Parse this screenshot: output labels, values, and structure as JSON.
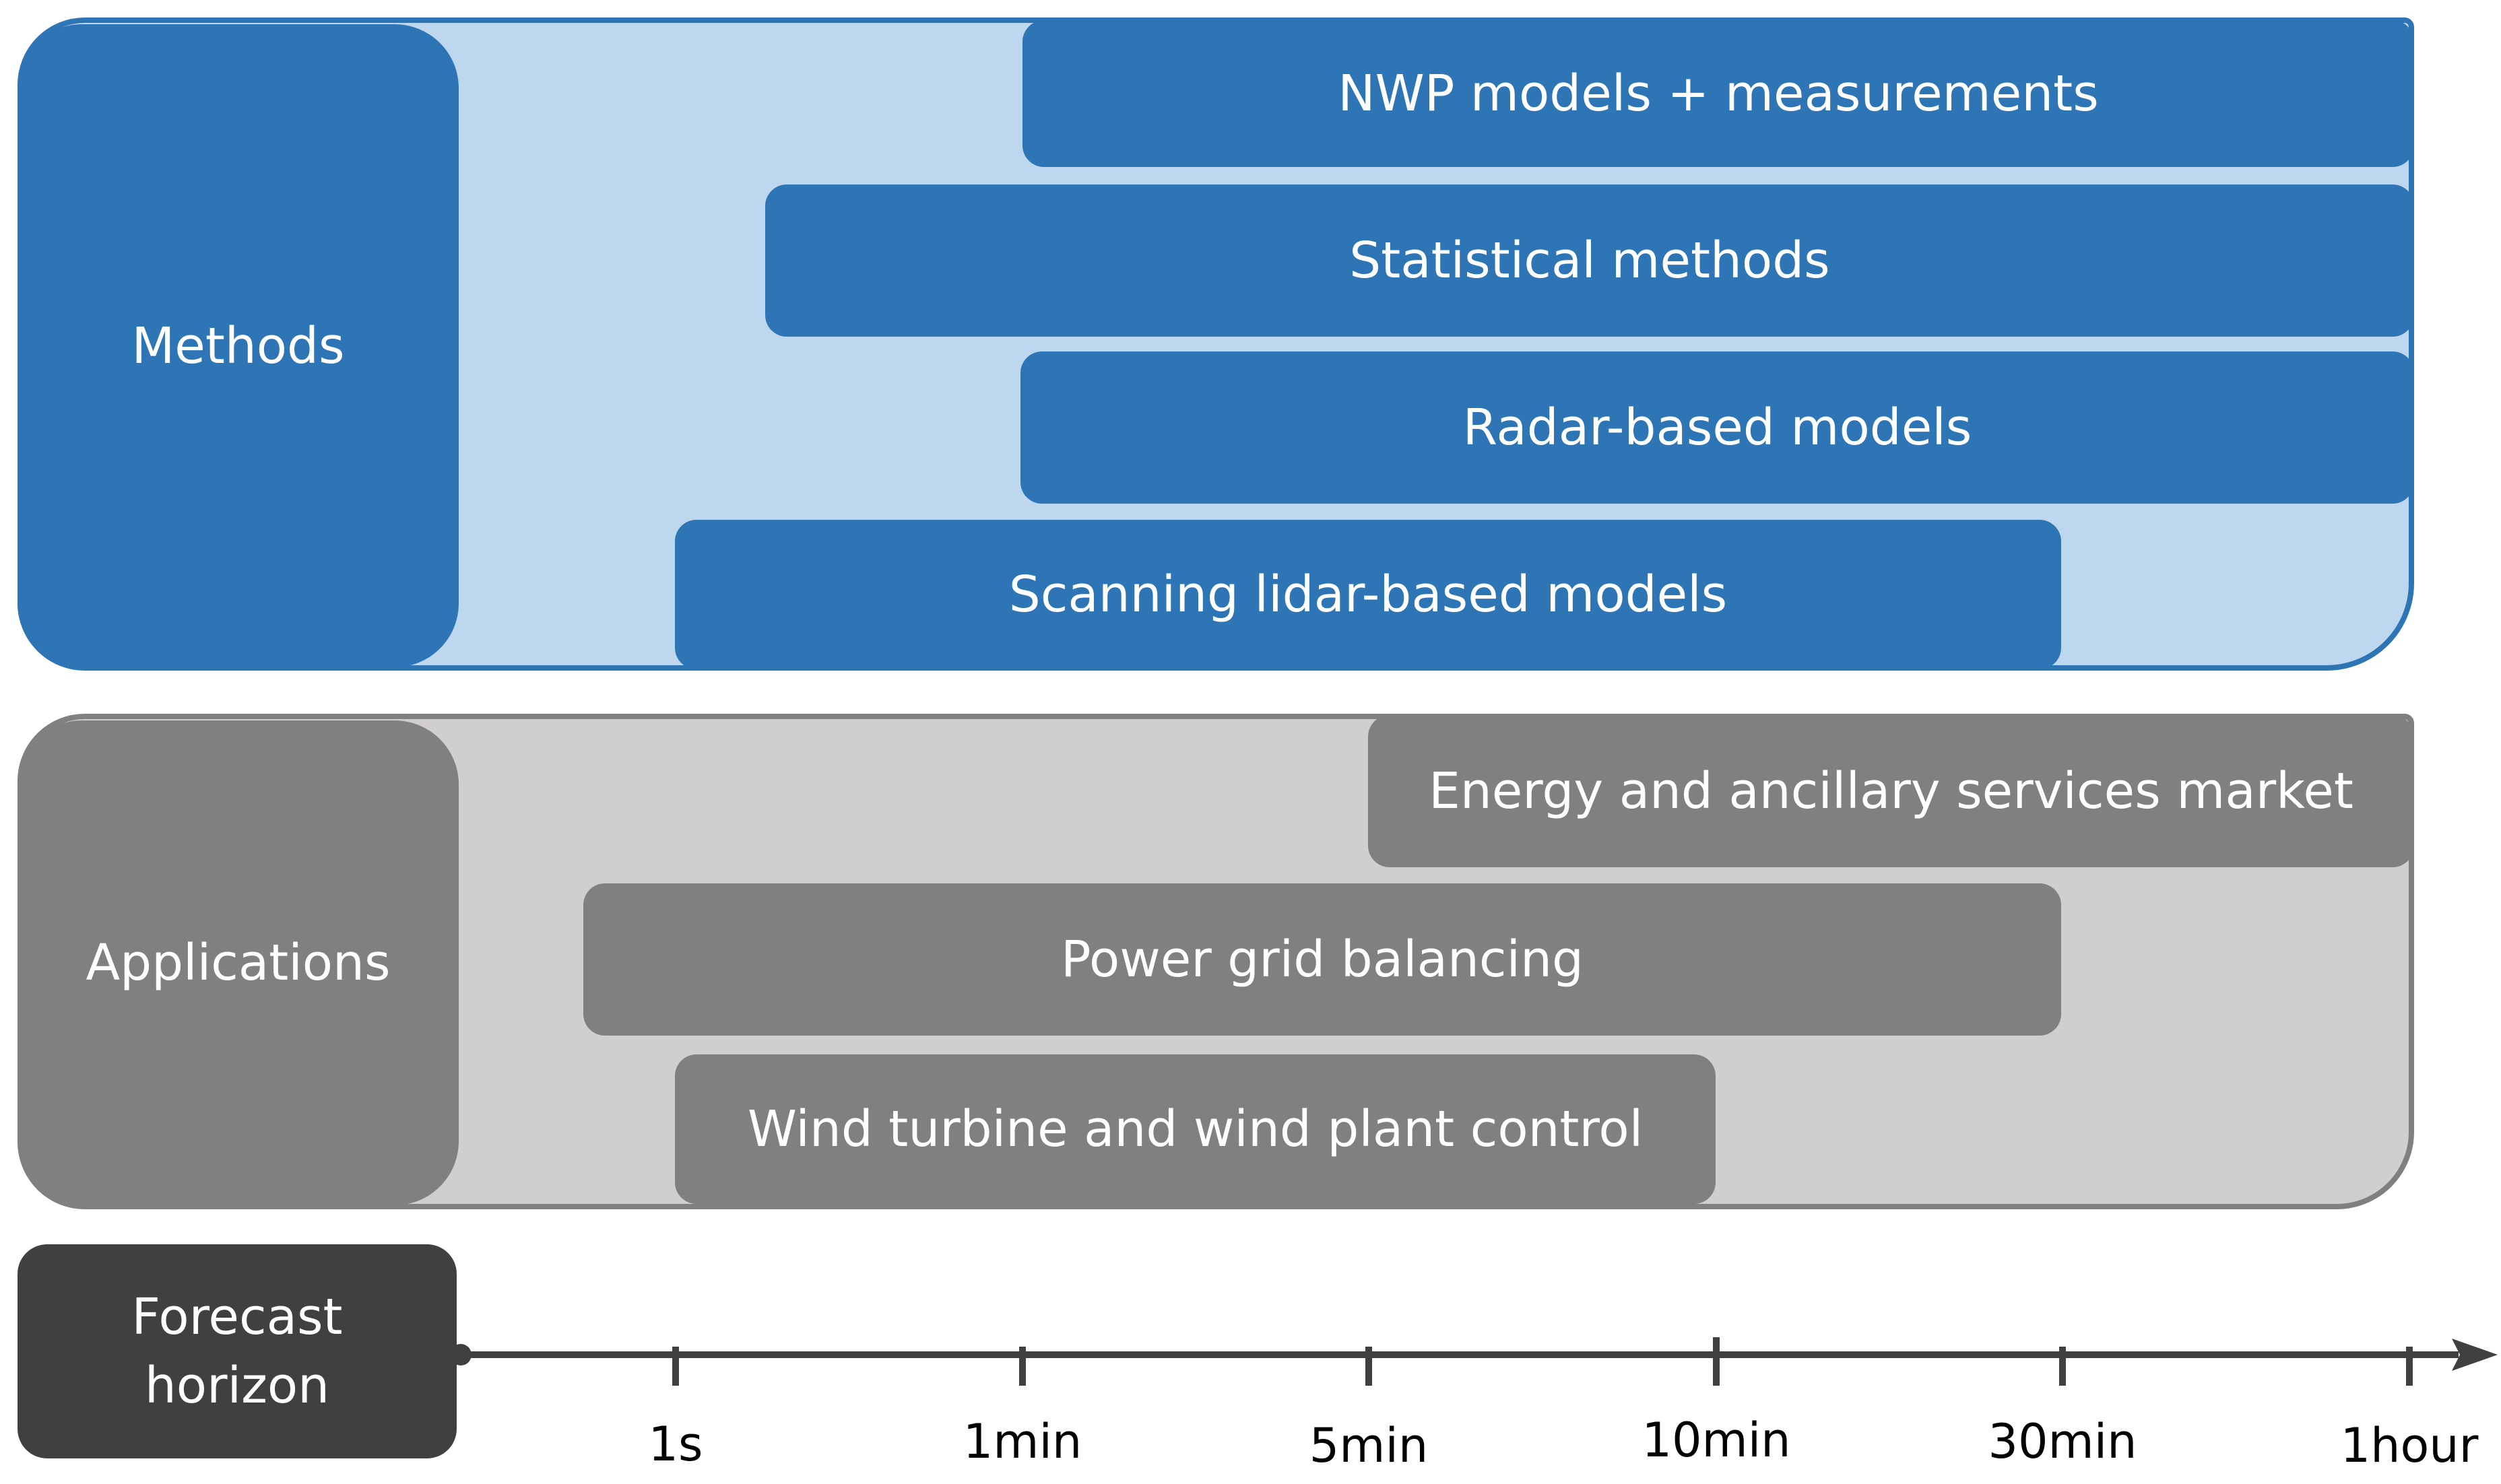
{
  "methods": {
    "label": "Methods",
    "items": [
      "NWP models + measurements",
      "Statistical methods",
      "Radar-based models",
      "Scanning lidar-based models"
    ]
  },
  "applications": {
    "label": "Applications",
    "items": [
      "Energy and ancillary services market",
      "Power grid balancing",
      "Wind turbine and wind plant control"
    ]
  },
  "horizon": {
    "label": "Forecast horizon",
    "ticks": [
      "1s",
      "1min",
      "5min",
      "10min",
      "30min",
      "1hour"
    ]
  },
  "colors": {
    "methods_dark": "#2e75b6",
    "methods_light": "#bdd7ee",
    "applications_dark": "#808080",
    "applications_light": "#d0cece",
    "horizon": "#404040"
  }
}
